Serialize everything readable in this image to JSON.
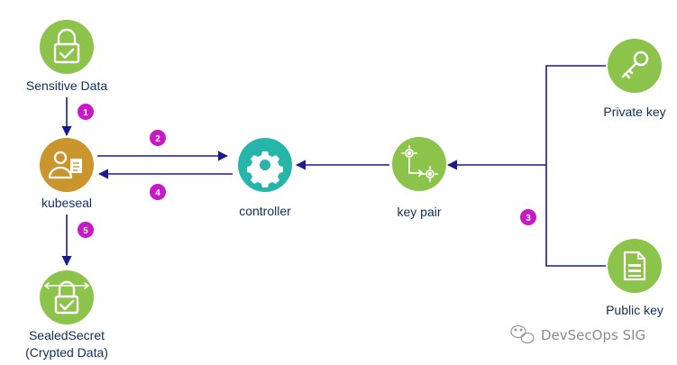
{
  "nodes": {
    "sensitive_data": {
      "label": "Sensitive Data",
      "icon": "lock-check-icon",
      "color": "#8cc34a"
    },
    "kubeseal": {
      "label": "kubeseal",
      "icon": "user-document-icon",
      "color": "#c9952c"
    },
    "sealed_secret": {
      "label": "SealedSecret",
      "sublabel": "(Crypted Data)",
      "icon": "lock-expand-icon",
      "color": "#8cc34a"
    },
    "controller": {
      "label": "controller",
      "icon": "gear-icon",
      "color": "#26b5a8"
    },
    "key_pair": {
      "label": "key pair",
      "icon": "gears-flow-icon",
      "color": "#8cc34a"
    },
    "private_key": {
      "label": "Private key",
      "icon": "key-icon",
      "color": "#8cc34a"
    },
    "public_key": {
      "label": "Public key",
      "icon": "file-document-icon",
      "color": "#8cc34a"
    }
  },
  "steps": [
    "1",
    "2",
    "3",
    "4",
    "5"
  ],
  "colors": {
    "line": "#1a1a8c",
    "badge": "#c818c8",
    "text": "#0f2e5c"
  },
  "watermark": "DevSecOps SIG"
}
